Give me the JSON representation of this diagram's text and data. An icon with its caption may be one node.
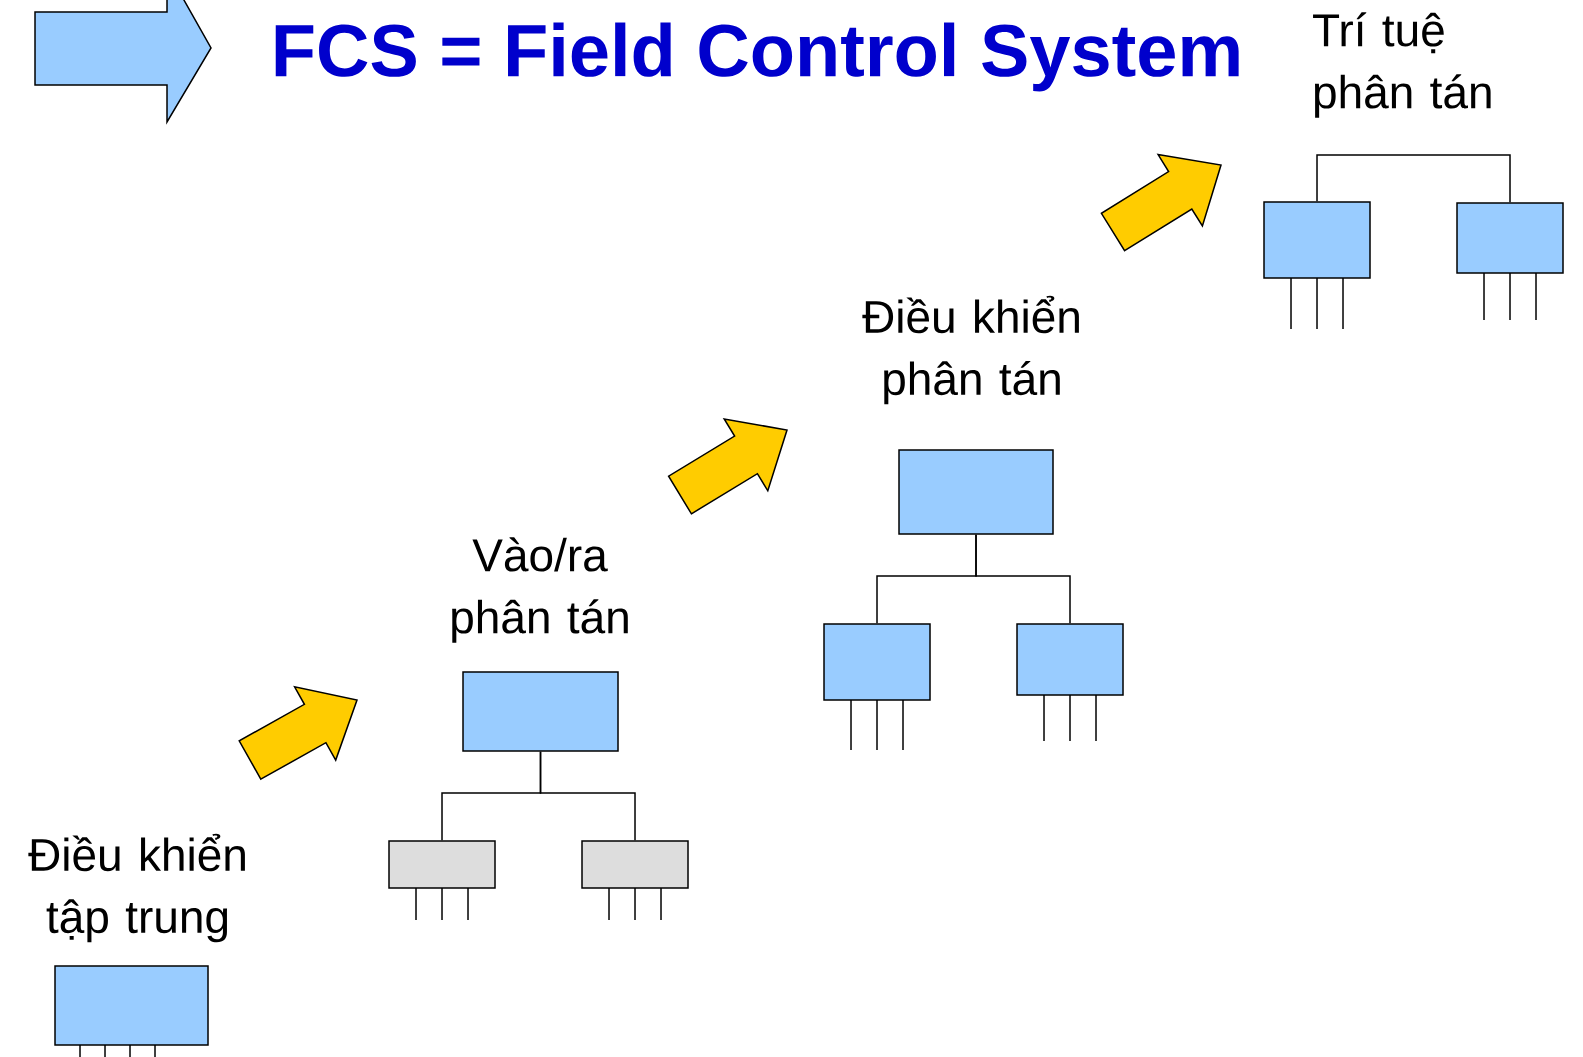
{
  "diagram": {
    "title": "FCS = Field Control System",
    "nodes": [
      {
        "text": [
          "Điều khiển tập trung"
        ]
      },
      {
        "text": [],
        "shape": "box"
      },
      {
        "text": [
          "Vào/ra phân tán"
        ]
      },
      {
        "text": [],
        "shape": "box"
      },
      {
        "text": [],
        "shape": "box"
      },
      {
        "text": [],
        "shape": "box"
      },
      {
        "text": [
          "Điều khiển phân tán"
        ]
      },
      {
        "text": [],
        "shape": "box"
      },
      {
        "text": [],
        "shape": "box"
      },
      {
        "text": [],
        "shape": "box"
      },
      {
        "text": [
          "Trí tuệ phân tán"
        ]
      },
      {
        "text": [],
        "shape": "box"
      },
      {
        "text": [],
        "shape": "box"
      }
    ],
    "edges": [
      {
        "from": 0,
        "to": 2,
        "arrow": "to",
        "color": "#ffcc00"
      },
      {
        "from": 2,
        "to": 6,
        "arrow": "to",
        "color": "#ffcc00"
      },
      {
        "from": 6,
        "to": 10,
        "arrow": "to",
        "color": "#ffcc00"
      },
      {
        "from": 3,
        "to": 4,
        "arrow": "none"
      },
      {
        "from": 3,
        "to": 5,
        "arrow": "none"
      },
      {
        "from": 7,
        "to": 8,
        "arrow": "none"
      },
      {
        "from": 7,
        "to": 9,
        "arrow": "none"
      },
      {
        "from": 11,
        "to": 12,
        "arrow": "none"
      }
    ]
  }
}
